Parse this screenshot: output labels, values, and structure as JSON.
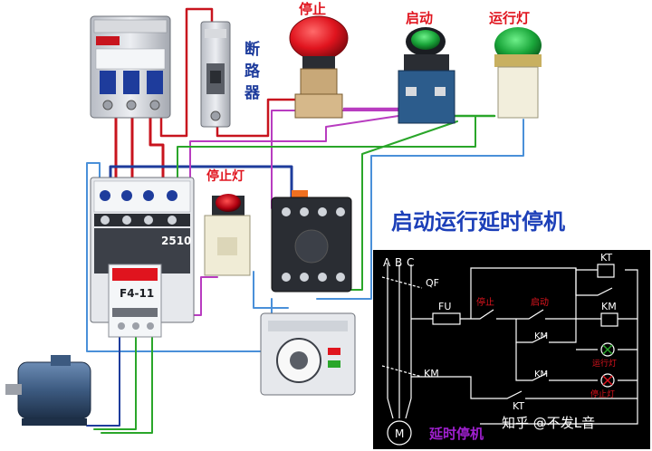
{
  "labels": {
    "breaker": [
      "断",
      "路",
      "器"
    ],
    "stop": "停止",
    "start": "启动",
    "run_lamp": "运行灯",
    "stop_lamp": "停止灯",
    "contactor_model": "2510",
    "overload_model": "F4-11",
    "title": "启动运行延时停机"
  },
  "schematic": {
    "phases": [
      "A",
      "B",
      "C"
    ],
    "qf": "QF",
    "fu": "FU",
    "stop": "停止",
    "start": "启动",
    "kt_top": "KT",
    "km_coil": "KM",
    "km_contact1": "KM",
    "km_contact2": "KM",
    "km_main": "KM",
    "kt_contact": "KT",
    "run_lamp": "运行灯",
    "stop_lamp": "停止灯",
    "motor": "M",
    "caption": "延时停机"
  },
  "watermark": "知乎 @不发L音",
  "colors": {
    "red_wire": "#c8141e",
    "blue_wire": "#1e3c9c",
    "green_wire": "#2aa62a",
    "light_blue_wire": "#4a90d9",
    "magenta_wire": "#b83cc0",
    "panel_bg": "#000000",
    "title_blue": "#1c3fb8",
    "label_red": "#e0141e",
    "label_magenta": "#a020d0"
  }
}
